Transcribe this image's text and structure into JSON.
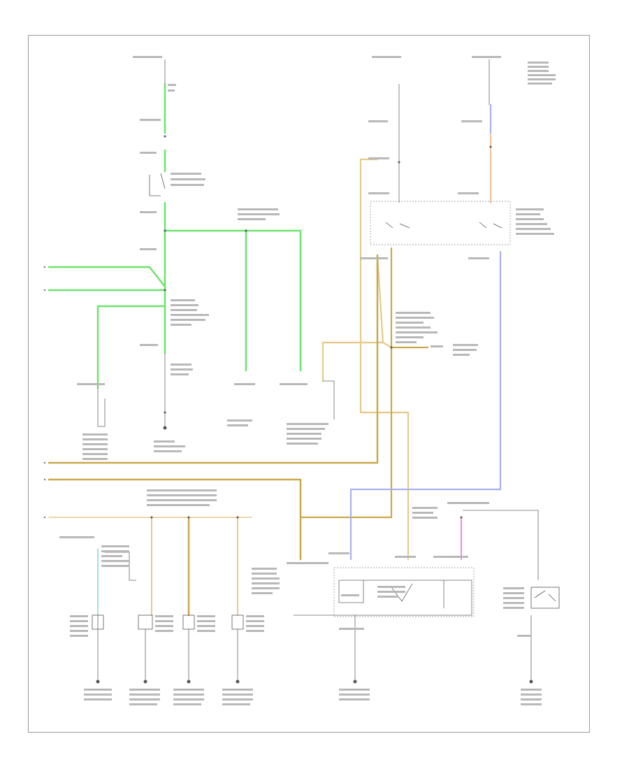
{
  "diagram": {
    "footer_code": "",
    "colors": {
      "light_green": "#6ee36e",
      "tan": "#e6c98a",
      "dark_tan": "#c9a84c",
      "light_orange": "#f2c49b",
      "light_blue": "#aab0ee",
      "pink": "#e98ce0",
      "cyan": "#7fdccf",
      "black": "#333333",
      "gray": "#888888"
    },
    "wires": [
      "green-main-vertical",
      "green-branch-right",
      "green-loop-left",
      "tan-vertical-center",
      "orange-vertical-right",
      "blue-vertical-right",
      "tan-bus-1",
      "tan-bus-2",
      "tan-bus-3",
      "pink-relay-wire",
      "cyan-ground-wire"
    ],
    "legend_labels": []
  }
}
